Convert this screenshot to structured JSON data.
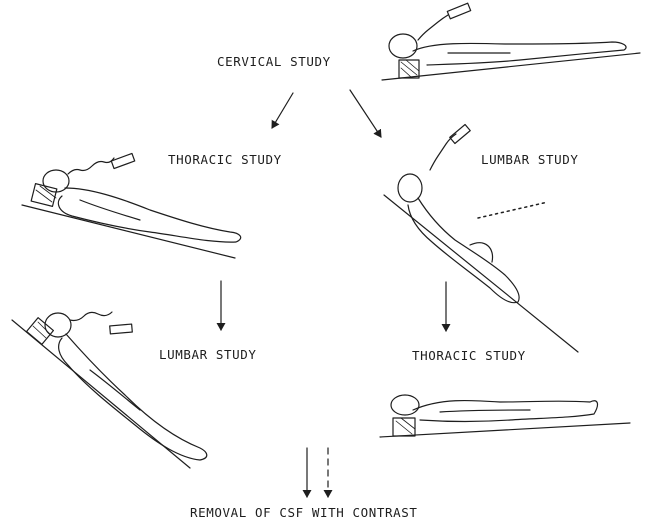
{
  "labels": {
    "cervical": "CERVICAL STUDY",
    "thoracic_left": "THORACIC STUDY",
    "lumbar_right": "LUMBAR STUDY",
    "lumbar_left": "LUMBAR STUDY",
    "thoracic_right": "THORACIC STUDY",
    "removal": "REMOVAL OF CSF WITH CONTRAST"
  },
  "colors": {
    "ink": "#1e1e1e",
    "background": "#ffffff"
  }
}
